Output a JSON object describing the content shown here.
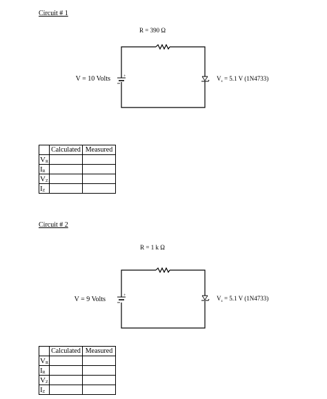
{
  "circuit1": {
    "title": "Circuit # 1",
    "resistor_label": "R = 390 Ω",
    "source_label": "V = 10 Volts",
    "zener_label": "V",
    "zener_sub": "z",
    "zener_value": " = 5.1 V (1N4733)",
    "table": {
      "columns": [
        "Calculated",
        "Measured"
      ],
      "rows": [
        {
          "letter": "V",
          "sub": "R"
        },
        {
          "letter": "I",
          "sub": "R"
        },
        {
          "letter": "V",
          "sub": "Z"
        },
        {
          "letter": "I",
          "sub": "Z"
        }
      ]
    }
  },
  "circuit2": {
    "title": "Circuit # 2",
    "resistor_label": "R = 1 k Ω",
    "source_label": "V = 9 Volts",
    "zener_label": "V",
    "zener_sub": "z",
    "zener_value": " = 5.1 V (1N4733)",
    "table": {
      "columns": [
        "Calculated",
        "Measured"
      ],
      "rows": [
        {
          "letter": "V",
          "sub": "R"
        },
        {
          "letter": "I",
          "sub": "R"
        },
        {
          "letter": "V",
          "sub": "Z"
        },
        {
          "letter": "I",
          "sub": "Z"
        }
      ]
    }
  }
}
